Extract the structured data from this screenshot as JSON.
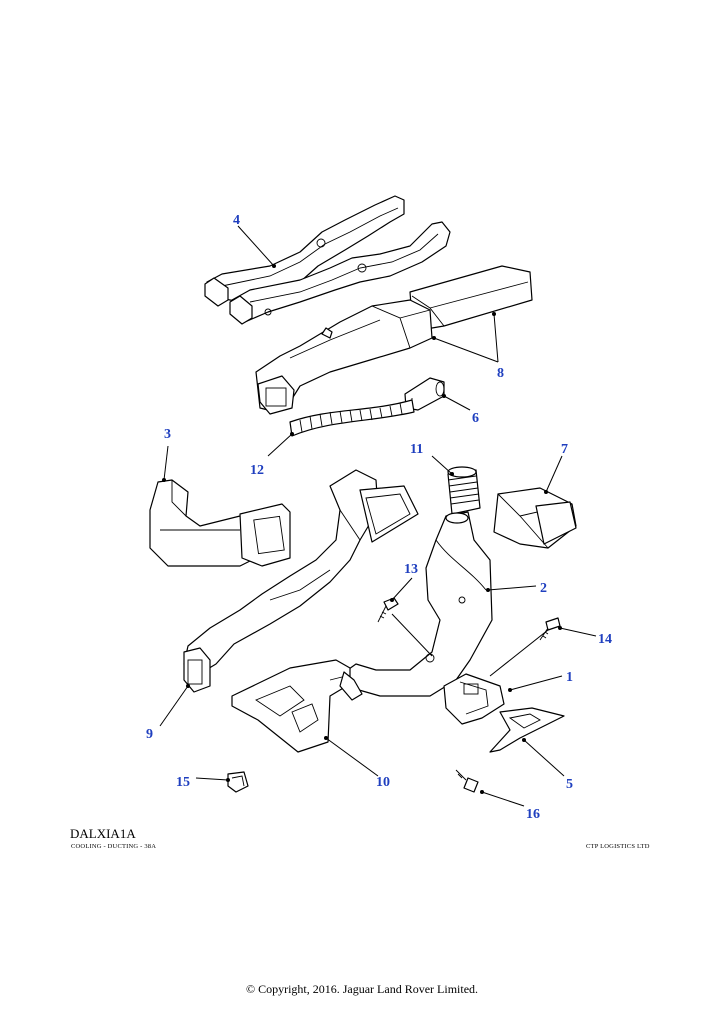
{
  "diagram": {
    "code": "DALXIA1A",
    "subtitle": "COOLING - DUCTING - 38A",
    "supplier": "CTP LOGISTICS LTD",
    "copyright": "© Copyright, 2016. Jaguar Land Rover Limited.",
    "callout_color": "#1f3fbf",
    "callouts": [
      "1",
      "2",
      "3",
      "4",
      "5",
      "6",
      "7",
      "8",
      "9",
      "10",
      "11",
      "12",
      "13",
      "14",
      "15",
      "16"
    ]
  }
}
